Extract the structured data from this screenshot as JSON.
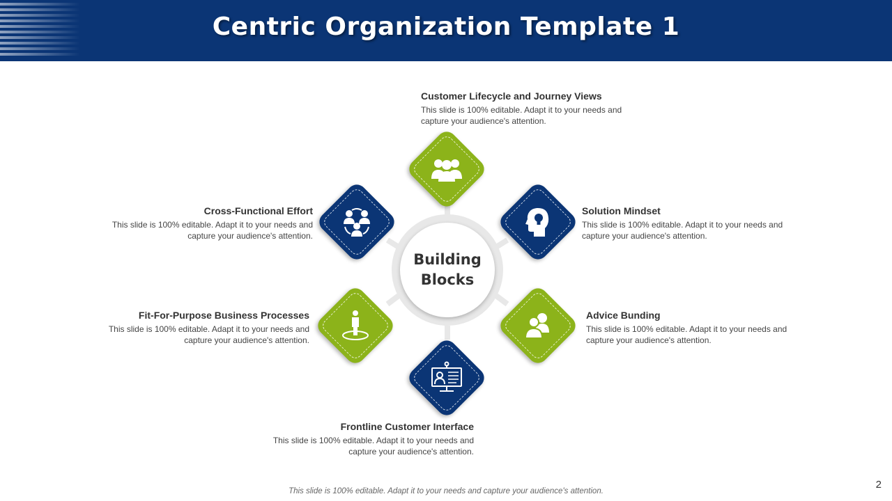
{
  "header": {
    "title": "Centric Organization Template 1"
  },
  "center": {
    "label": "Building\nBlocks"
  },
  "items": [
    {
      "title": "Customer Lifecycle and Journey Views",
      "description": "This slide is 100% editable. Adapt it to your needs and capture your audience's attention.",
      "icon": "group-icon",
      "color": "#8cb31a"
    },
    {
      "title": "Cross-Functional Effort",
      "description": "This slide is 100% editable. Adapt it to your needs and capture your audience's attention.",
      "icon": "team-network-icon",
      "color": "#0b3575"
    },
    {
      "title": "Solution Mindset",
      "description": "This slide is 100% editable. Adapt it to your needs and capture your audience's attention.",
      "icon": "head-bulb-icon",
      "color": "#0b3575"
    },
    {
      "title": "Fit-For-Purpose Business Processes",
      "description": "This slide is 100% editable. Adapt it to your needs and capture your audience's attention.",
      "icon": "person-target-icon",
      "color": "#8cb31a"
    },
    {
      "title": "Advice Bunding",
      "description": "This slide is 100% editable. Adapt it to your needs and capture your audience's attention.",
      "icon": "two-users-icon",
      "color": "#8cb31a"
    },
    {
      "title": "Frontline Customer Interface",
      "description": "This slide is 100% editable. Adapt it to your needs and capture your audience's attention.",
      "icon": "monitor-support-icon",
      "color": "#0b3575"
    }
  ],
  "footer": {
    "note": "This slide is 100% editable. Adapt it to your needs and capture your audience's attention.",
    "page_number": "2"
  }
}
